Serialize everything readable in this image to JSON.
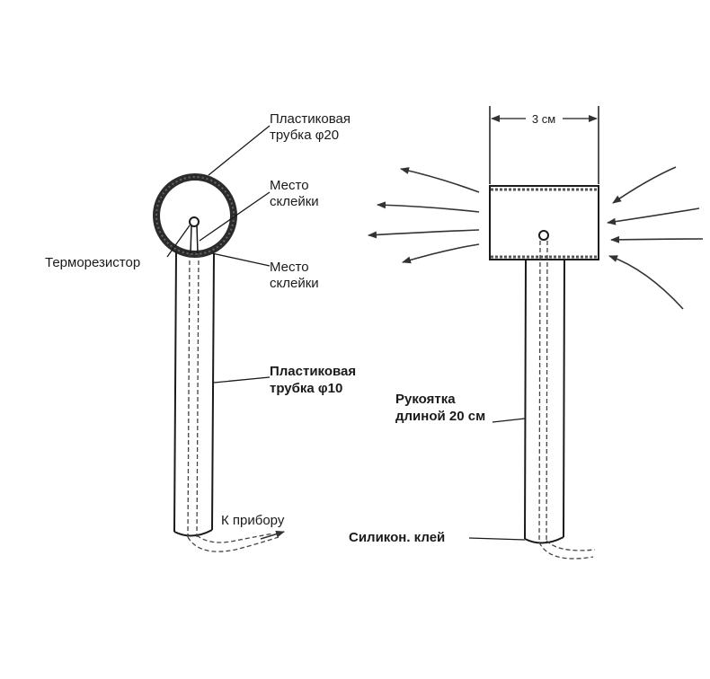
{
  "left": {
    "label_tube20_line1": "Пластиковая",
    "label_tube20_line2": "трубка φ20",
    "label_glue1_line1": "Место",
    "label_glue1_line2": "склейки",
    "label_thermistor": "Терморезистор",
    "label_glue2_line1": "Место",
    "label_glue2_line2": "склейки",
    "label_tube10_line1": "Пластиковая",
    "label_tube10_line2": "трубка φ10",
    "label_to_device": "К прибору"
  },
  "right": {
    "dimension": "3 см",
    "label_handle_line1": "Рукоятка",
    "label_handle_line2": "длиной 20 см",
    "label_silicone": "Силикон. клей"
  }
}
